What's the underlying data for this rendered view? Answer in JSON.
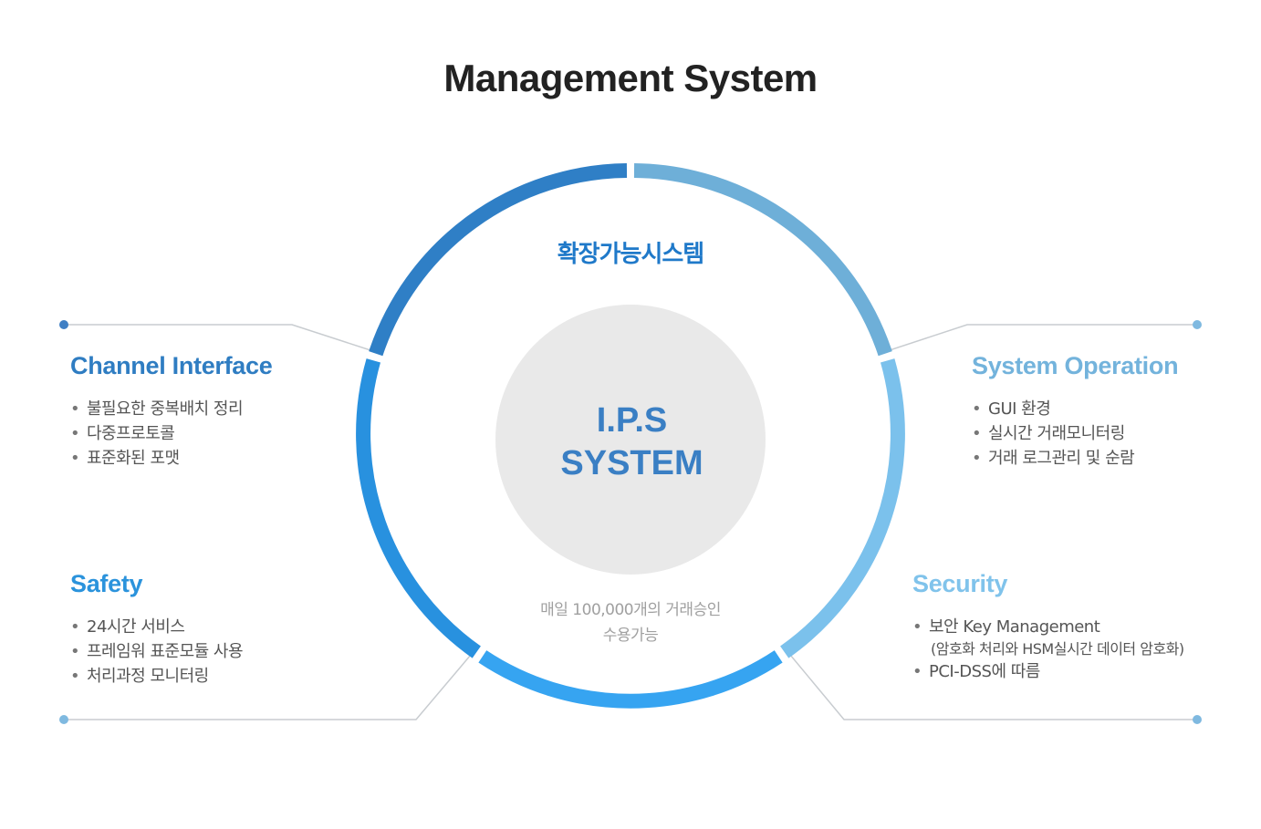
{
  "title": "Management System",
  "ring_label": "확장가능시스템",
  "core": {
    "line1": "I.P.S",
    "line2": "SYSTEM"
  },
  "note": {
    "line1": "매일 100,000개의 거래승인",
    "line2": "수용가능"
  },
  "colors": {
    "channel_title": "#2f7dc2",
    "operation_title": "#73b3dc",
    "safety_title": "#2b93dc",
    "security_title": "#80c3eb",
    "segment_top_left": "#2f7fc6",
    "segment_top_right": "#6eafd8",
    "segment_right": "#7bc1ec",
    "segment_bottom": "#36a4f1",
    "segment_left": "#2891df",
    "core_fill": "#e9e9e9",
    "connector": "#c8ccd0",
    "connector_dot": "#5aa6dc"
  },
  "sections": {
    "channel": {
      "title": "Channel Interface",
      "items": [
        {
          "bullet": "•",
          "text": "불필요한 중복배치 정리"
        },
        {
          "bullet": "•",
          "text": "다중프로토콜"
        },
        {
          "bullet": "•",
          "text": "표준화된 포맷"
        }
      ]
    },
    "operation": {
      "title": "System Operation",
      "items": [
        {
          "bullet": "•",
          "text": "GUI 환경"
        },
        {
          "bullet": "•",
          "text": "실시간 거래모니터링"
        },
        {
          "bullet": "•",
          "text": "거래 로그관리 및 순람"
        },
        {
          "bullet": "•",
          "text": ""
        }
      ]
    },
    "safety": {
      "title": "Safety",
      "items": [
        {
          "bullet": "•",
          "text": "24시간 서비스"
        },
        {
          "bullet": "•",
          "text": "프레임워 표준모듈 사용"
        },
        {
          "bullet": "•",
          "text": "처리과정 모니터링"
        }
      ]
    },
    "security": {
      "title": "Security",
      "items": [
        {
          "bullet": "•",
          "text": "보안 Key Management"
        },
        {
          "bullet": "",
          "text": "(암호화 처리와  HSM실시간 데이터 암호화)"
        },
        {
          "bullet": "•",
          "text": "PCI-DSS에 따름"
        }
      ]
    }
  }
}
